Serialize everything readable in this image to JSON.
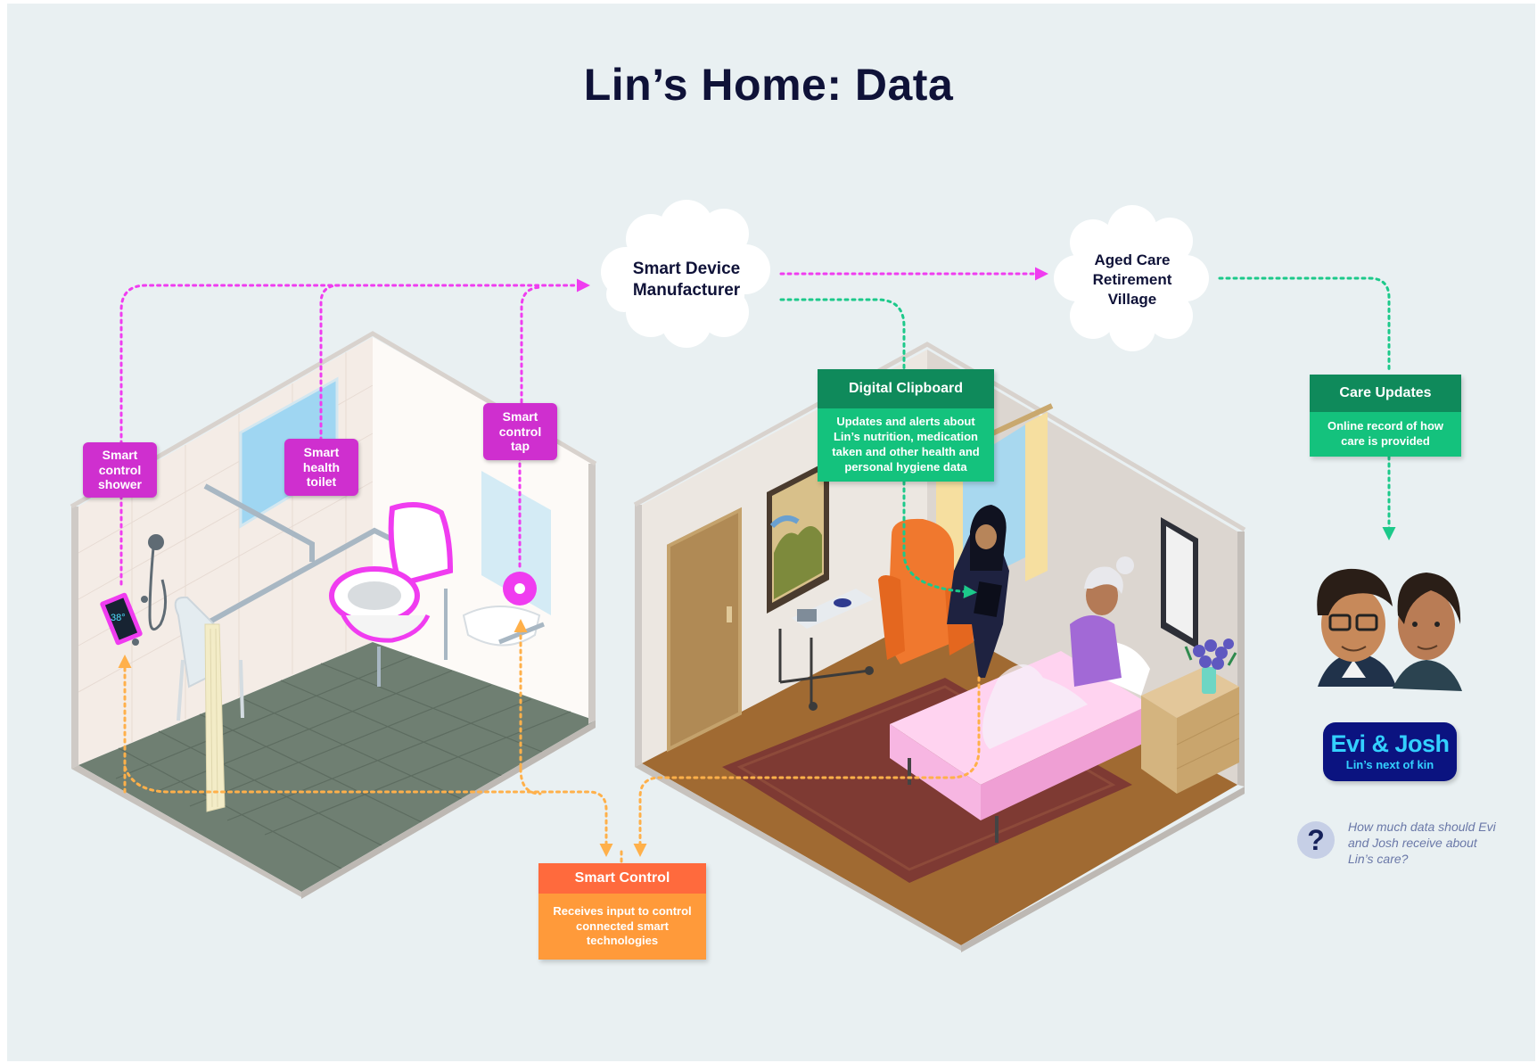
{
  "title": "Lin’s Home: Data",
  "clouds": {
    "manufacturer": [
      "Smart Device",
      "Manufacturer"
    ],
    "village": [
      "Aged Care",
      "Retirement",
      "Village"
    ]
  },
  "tags": {
    "shower": "Smart control shower",
    "toilet": "Smart health toilet",
    "tap": "Smart control tap"
  },
  "digital_clipboard": {
    "title": "Digital Clipboard",
    "body": "Updates and alerts about Lin’s nutrition, medication taken and other health and personal hygiene data"
  },
  "care_updates": {
    "title": "Care Updates",
    "body": "Online record of how care is provided"
  },
  "smart_control": {
    "title": "Smart Control",
    "body": "Receives input to control connected smart technologies"
  },
  "next_of_kin": {
    "name": "Evi & Josh",
    "relation": "Lin’s next of kin"
  },
  "question": {
    "text": "How much data should Evi and Josh receive about Lin’s care?",
    "symbol": "?"
  },
  "shower_display": "38°",
  "colors": {
    "background": "#e9f0f2",
    "title": "#0f1238",
    "magenta_flow": "#f03cf0",
    "green_flow": "#1cc98a",
    "orange_flow": "#ffb04a",
    "tag": "#cf2fcf",
    "clipboard_header": "#0f8a5b",
    "clipboard_body": "#14c27d",
    "smart_control_header": "#ff6a3d",
    "smart_control_body": "#ff9a3a",
    "kin_badge": "#0b1380"
  },
  "icons": [
    "cloud-shape",
    "question-icon",
    "arrow-icon"
  ]
}
